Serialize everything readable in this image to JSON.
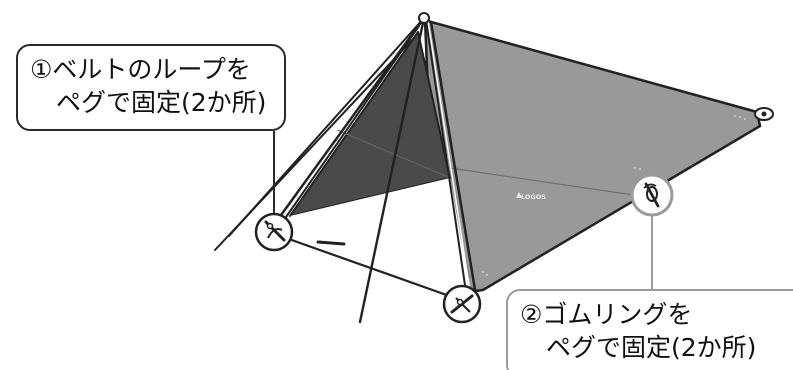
{
  "diagram": {
    "logo_text": "LOGOS",
    "callouts": [
      {
        "line1": "①ベルトのループを",
        "line2": "ペグで固定(2か所)"
      },
      {
        "line1": "②ゴムリングを",
        "line2": "ペグで固定(2か所)"
      }
    ],
    "colors": {
      "tarp_main": "#999999",
      "tarp_shadow": "#4a4a4a",
      "outline": "#222222",
      "callout_1_border": "#2a2a2a",
      "callout_2_border": "#9a9a9a"
    }
  }
}
